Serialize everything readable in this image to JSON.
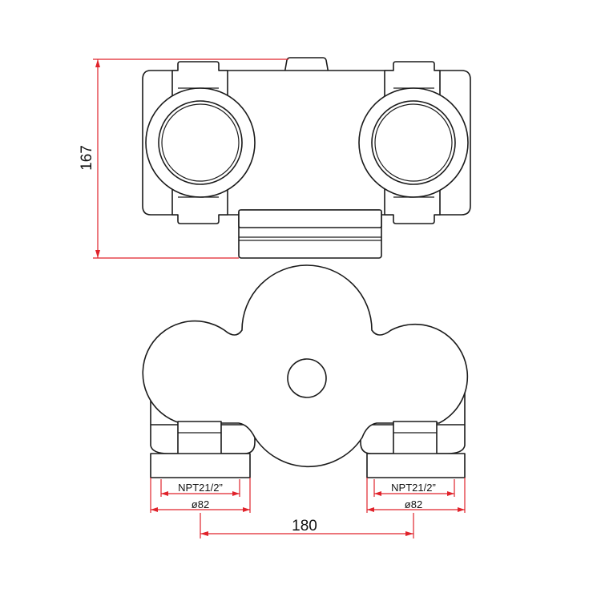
{
  "drawing": {
    "height_label": "167",
    "left_port": {
      "thread_label": "NPT21/2”",
      "diameter_label": "ø82"
    },
    "right_port": {
      "thread_label": "NPT21/2”",
      "diameter_label": "ø82"
    },
    "spacing_label": "180",
    "colors": {
      "outline": "#1a1a1a",
      "dimension": "#e0232b",
      "background": "#ffffff"
    }
  }
}
